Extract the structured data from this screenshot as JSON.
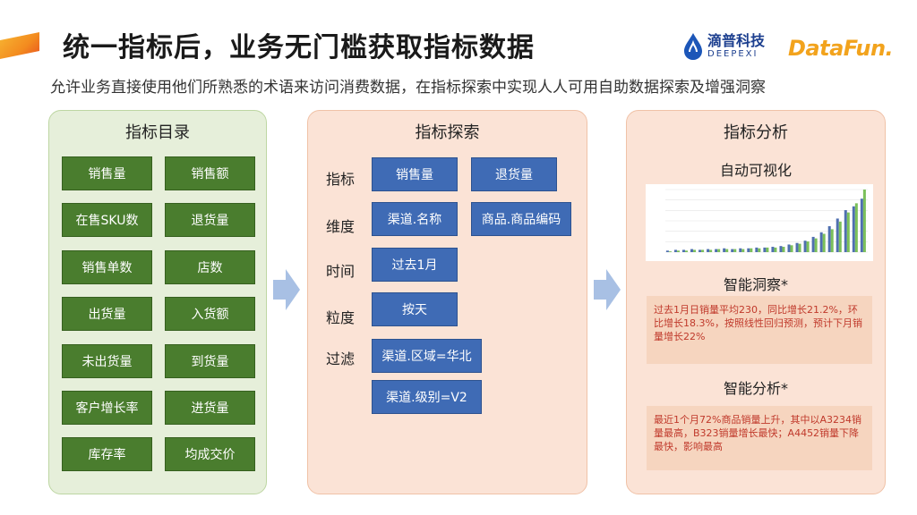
{
  "header": {
    "title": "统一指标后，业务无门槛获取指标数据",
    "subtitle": "允许业务直接使用他们所熟悉的术语来访问消费数据，在指标探索中实现人人可用自助数据探索及增强洞察"
  },
  "logos": {
    "deepexi_cn": "滴普科技",
    "deepexi_en": "DEEPEXI",
    "datafun": "DataFun."
  },
  "catalog": {
    "title": "指标目录",
    "items": [
      "销售量",
      "销售额",
      "在售SKU数",
      "退货量",
      "销售单数",
      "店数",
      "出货量",
      "入货额",
      "未出货量",
      "到货量",
      "客户增长率",
      "进货量",
      "库存率",
      "均成交价"
    ]
  },
  "explore": {
    "title": "指标探索",
    "rows": {
      "metric": {
        "label": "指标",
        "values": [
          "销售量",
          "退货量"
        ]
      },
      "dimension": {
        "label": "维度",
        "values": [
          "渠道.名称",
          "商品.商品编码"
        ]
      },
      "time": {
        "label": "时间",
        "values": [
          "过去1月"
        ]
      },
      "granularity": {
        "label": "粒度",
        "values": [
          "按天"
        ]
      },
      "filter": {
        "label": "过滤",
        "values": [
          "渠道.区域=华北",
          "渠道.级别=V2"
        ]
      }
    }
  },
  "analysis": {
    "title": "指标分析",
    "auto_viz": "自动可视化",
    "smart_insight": "智能洞察*",
    "insight_text": "过去1月日销量平均230，同比增长21.2%，环比增长18.3%，按照线性回归预测，预计下月销量增长22%",
    "smart_analysis": "智能分析*",
    "analysis_text": "最近1个月72%商品销量上升，其中以A3234销量最高，B323销量增长最快；A4452销量下降最快，影响最高"
  },
  "mini_chart": {
    "series": [
      {
        "color": "#4f6fb0",
        "values": [
          2,
          3,
          3,
          4,
          3,
          4,
          4,
          5,
          4,
          5,
          5,
          6,
          6,
          7,
          8,
          10,
          12,
          15,
          20,
          26,
          34,
          44,
          55,
          60,
          70
        ]
      },
      {
        "color": "#7bc05a",
        "values": [
          1,
          2,
          2,
          3,
          3,
          3,
          4,
          4,
          4,
          4,
          5,
          5,
          6,
          6,
          7,
          9,
          11,
          14,
          18,
          24,
          30,
          40,
          52,
          64,
          82
        ]
      }
    ]
  },
  "colors": {
    "catalog_bg": "#e6efda",
    "catalog_btn": "#4a7d2e",
    "explore_bg": "#fbe3d6",
    "explore_btn": "#3f6bb5",
    "insight_text": "#c0392b",
    "arrow": "#a8c0e4"
  }
}
